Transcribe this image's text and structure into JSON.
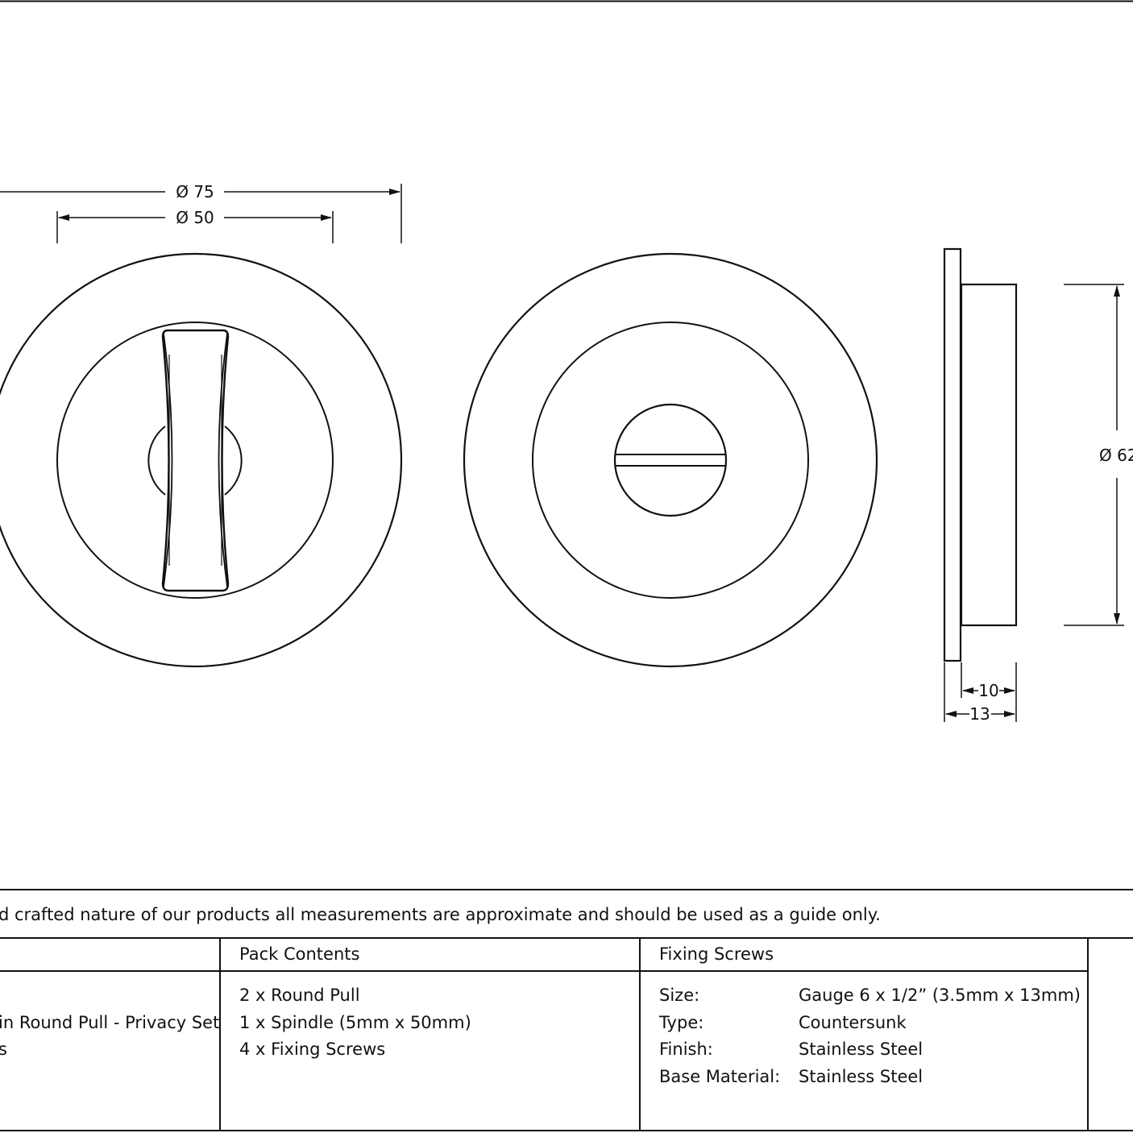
{
  "dimensions": {
    "outer_diameter": "Ø 75",
    "inner_diameter": "Ø 50",
    "side_height": "Ø 62",
    "depth_inner": "10",
    "depth_total": "13"
  },
  "notice": "d crafted nature of our products all measurements are approximate and should be used as a guide only.",
  "table": {
    "description": {
      "lines": [
        "in Round Pull - Privacy Set",
        "s"
      ]
    },
    "pack_contents": {
      "heading": "Pack Contents",
      "items": [
        "2 x Round Pull",
        "1 x Spindle (5mm x 50mm)",
        "4 x Fixing Screws"
      ]
    },
    "fixing_screws": {
      "heading": "Fixing Screws",
      "rows": [
        {
          "label": "Size:",
          "value": "Gauge 6 x 1/2” (3.5mm x 13mm)"
        },
        {
          "label": "Type:",
          "value": "Countersunk"
        },
        {
          "label": "Finish:",
          "value": "Stainless Steel"
        },
        {
          "label": "Base Material:",
          "value": "Stainless Steel"
        }
      ]
    }
  }
}
